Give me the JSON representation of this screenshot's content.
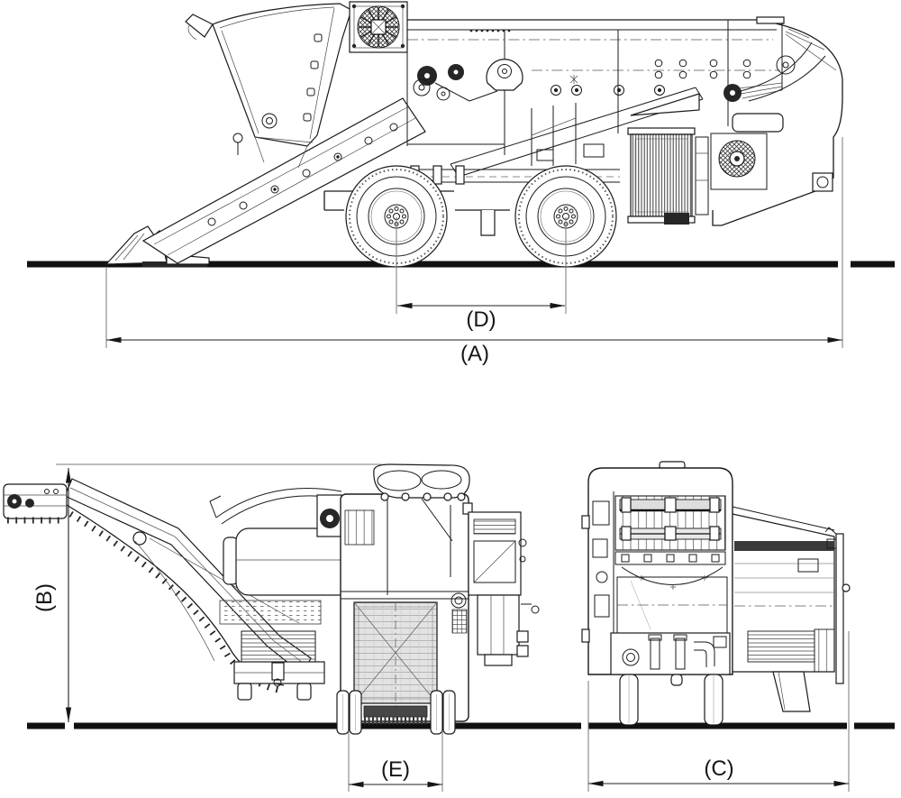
{
  "diagram": {
    "background_color": "#ffffff",
    "line_color": "#1a1a1a",
    "ground_line_color": "#111111",
    "extension_line_color": "#7a7a7a",
    "dimension_labels": {
      "a": "(A)",
      "b": "(B)",
      "c": "(C)",
      "d": "(D)",
      "e": "(E)"
    }
  }
}
